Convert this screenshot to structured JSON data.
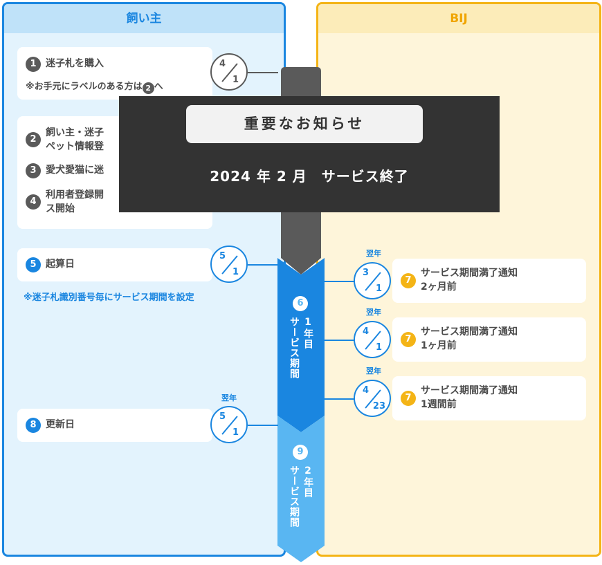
{
  "owner": {
    "title": "飼い主"
  },
  "bij": {
    "title": "BIJ"
  },
  "steps": {
    "s1": {
      "num": "1",
      "label": "迷子札を購入"
    },
    "s1_note": {
      "prefix": "※お手元にラベルのある方は",
      "ref": "2",
      "suffix": "へ"
    },
    "s2": {
      "num": "2",
      "line1": "飼い主・迷子",
      "line2": "ペット情報登"
    },
    "s3": {
      "num": "3",
      "label": "愛犬愛猫に迷"
    },
    "s4": {
      "num": "4",
      "line1": "利用者登録開",
      "line2": "ス開始"
    },
    "s5": {
      "num": "5",
      "label": "起算日"
    },
    "s5_note": "※迷子札識別番号毎にサービス期間を設定",
    "s8": {
      "num": "8",
      "label": "更新日"
    }
  },
  "dates": {
    "d1": {
      "month": "4",
      "day": "1"
    },
    "d5": {
      "month": "5",
      "day": "1"
    },
    "d8": {
      "year_label": "翌年",
      "month": "5",
      "day": "1"
    },
    "r1": {
      "year_label": "翌年",
      "month": "3",
      "day": "1"
    },
    "r2": {
      "year_label": "翌年",
      "month": "4",
      "day": "1"
    },
    "r3": {
      "year_label": "翌年",
      "month": "4",
      "day": "23"
    }
  },
  "notifications": [
    {
      "num": "7",
      "line1": "サービス期間満了通知",
      "line2": "2ヶ月前"
    },
    {
      "num": "7",
      "line1": "サービス期間満了通知",
      "line2": "1ヶ月前"
    },
    {
      "num": "7",
      "line1": "サービス期間満了通知",
      "line2": "1週間前"
    }
  ],
  "period1": {
    "num": "6",
    "years": "1年目",
    "label": "サービス期間"
  },
  "period2": {
    "num": "9",
    "years": "2年目",
    "label": "サービス期間"
  },
  "notice": {
    "title": "重要なお知らせ",
    "message": "2024 年 2 月　サービス終了"
  },
  "colors": {
    "owner_blue": "#1a86e0",
    "bij_orange": "#f4b416",
    "period2_blue": "#59b6f2",
    "dark_gray": "#5a5a5a",
    "notice_bg": "#333333"
  }
}
